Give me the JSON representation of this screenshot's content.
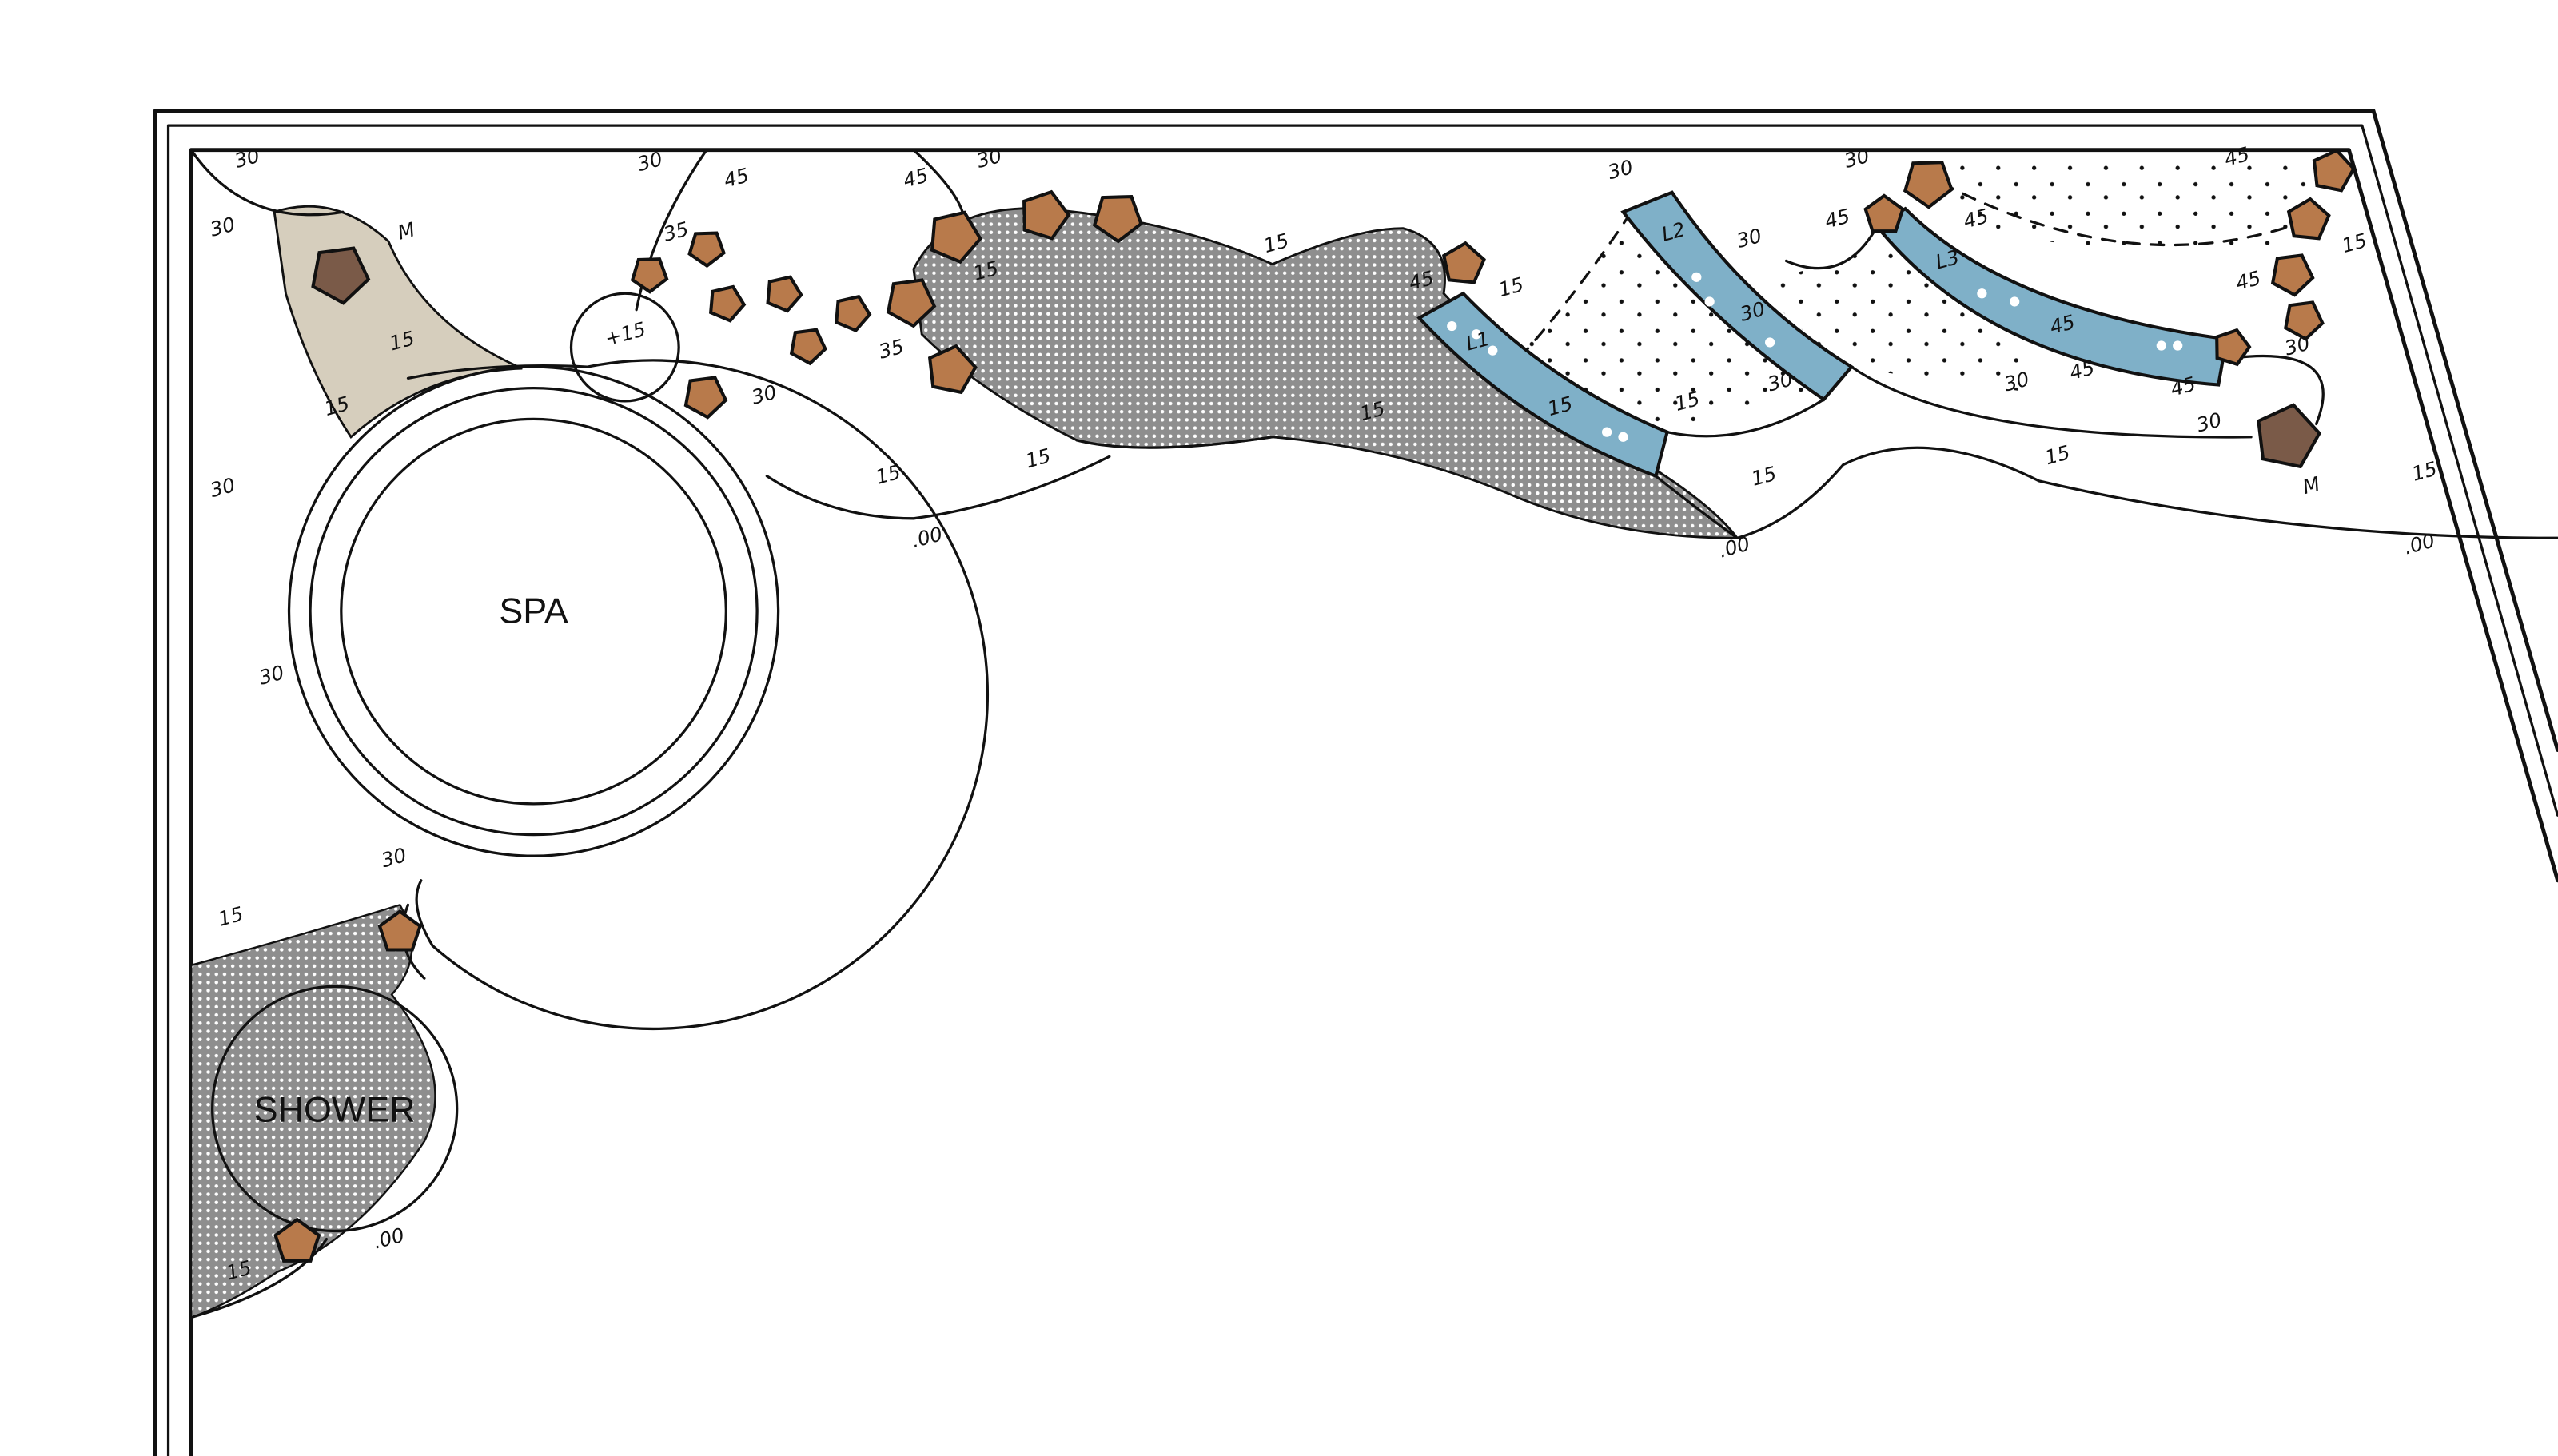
{
  "plan": {
    "spa_label": "SPA",
    "shower_label": "SHOWER",
    "elevations": [
      "30",
      "30",
      "M",
      "15",
      "15",
      "30",
      "30",
      "30",
      "45",
      "35",
      "+15",
      "30",
      "45",
      "30",
      "15",
      "35",
      "15",
      "15",
      "15",
      "15",
      ".00",
      "45",
      "15",
      "L1",
      "15",
      "30",
      "L2",
      "30",
      "30",
      "15",
      "30",
      "15",
      ".00",
      "30",
      "45",
      "45",
      "L3",
      "45",
      "45",
      "45",
      "30",
      "45",
      "15",
      "45",
      "30",
      "30",
      "15",
      "M",
      "15",
      ".00",
      "30",
      "15",
      "15",
      ".00"
    ]
  },
  "colors": {
    "stone": "#b87a4b",
    "stone_dark": "#7a5a48",
    "water": "#7fb0c8",
    "gravel": "#8e8e8e",
    "sand": "#d6cebd"
  },
  "icons": [
    "stone-icon",
    "dot-marker-icon"
  ]
}
